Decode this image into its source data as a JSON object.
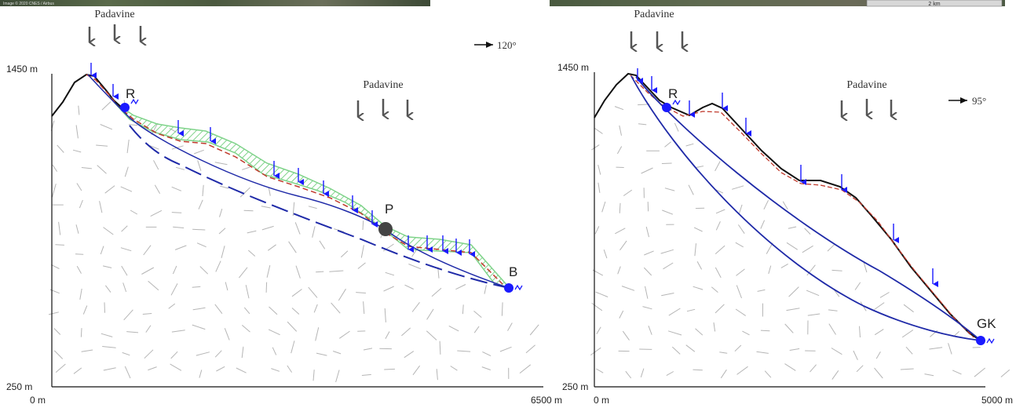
{
  "credit": "Image © 2020 CNES / Airbus",
  "scale_label": "2 km",
  "left_profile": {
    "precip_top": "Padavine",
    "precip_mid": "Padavine",
    "direction": "120°",
    "elev_top": "1450 m",
    "elev_bottom": "250 m",
    "dist_start": "0 m",
    "dist_end": "6500 m",
    "point_r": "R",
    "point_p": "P",
    "point_b": "B"
  },
  "right_profile": {
    "precip_top": "Padavine",
    "precip_mid": "Padavine",
    "direction": "95°",
    "elev_top": "1450 m",
    "elev_bottom": "250 m",
    "dist_start": "0 m",
    "dist_end": "5000 m",
    "point_r": "R",
    "point_gk": "GK"
  },
  "colors": {
    "terrain": "#111111",
    "slip_surface": "#1f2aa8",
    "spring": "#1a1aff",
    "rupture": "#c0392b",
    "debris_hatch": "#7fd38a",
    "rain_arrow": "#555555",
    "bedrock_texture": "#b5b5b5",
    "point_p": "#444444"
  }
}
